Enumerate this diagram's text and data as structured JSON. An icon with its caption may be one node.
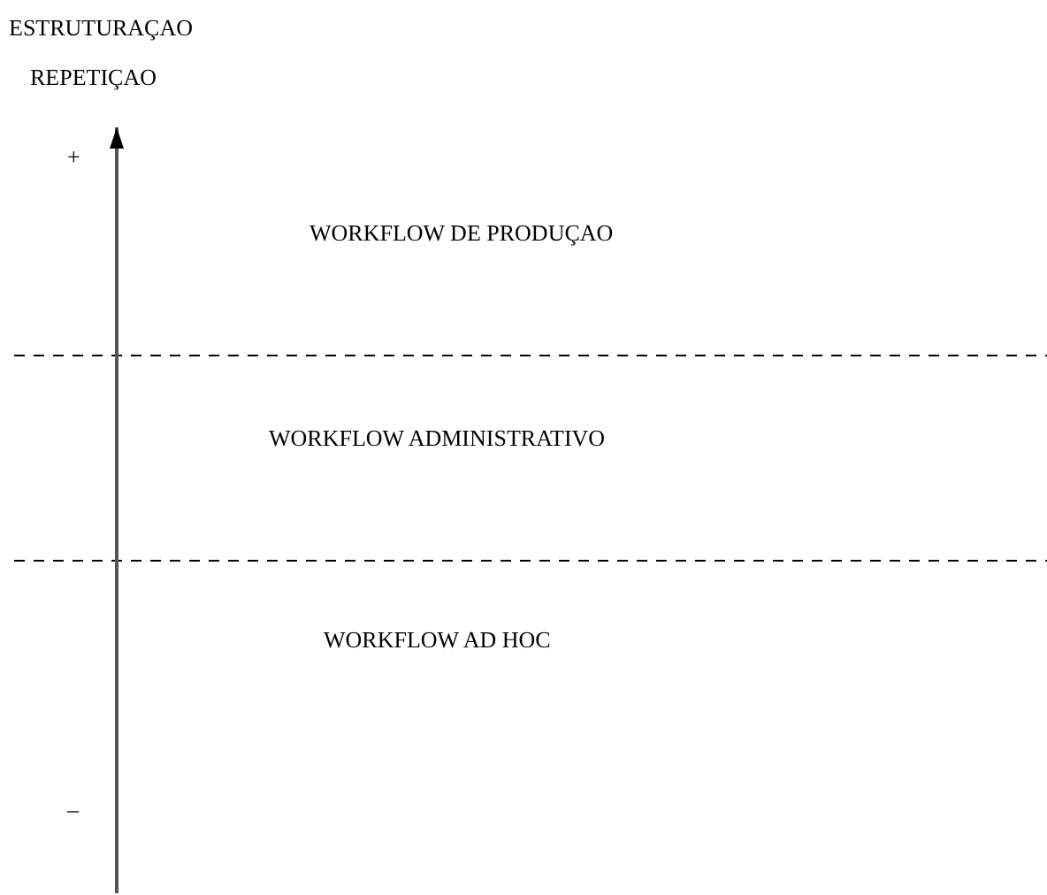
{
  "diagram": {
    "nodes": [
      {
        "text": [
          "WORKFLOW DE PRODUÇAO"
        ]
      },
      {
        "text": [
          "WORKFLOW ADMINISTRATIVO"
        ]
      },
      {
        "text": [
          "WORKFLOW AD HOC"
        ]
      }
    ],
    "labels": [
      "ESTRUTURAÇAO",
      "REPETIÇAO",
      "+",
      "–"
    ]
  }
}
